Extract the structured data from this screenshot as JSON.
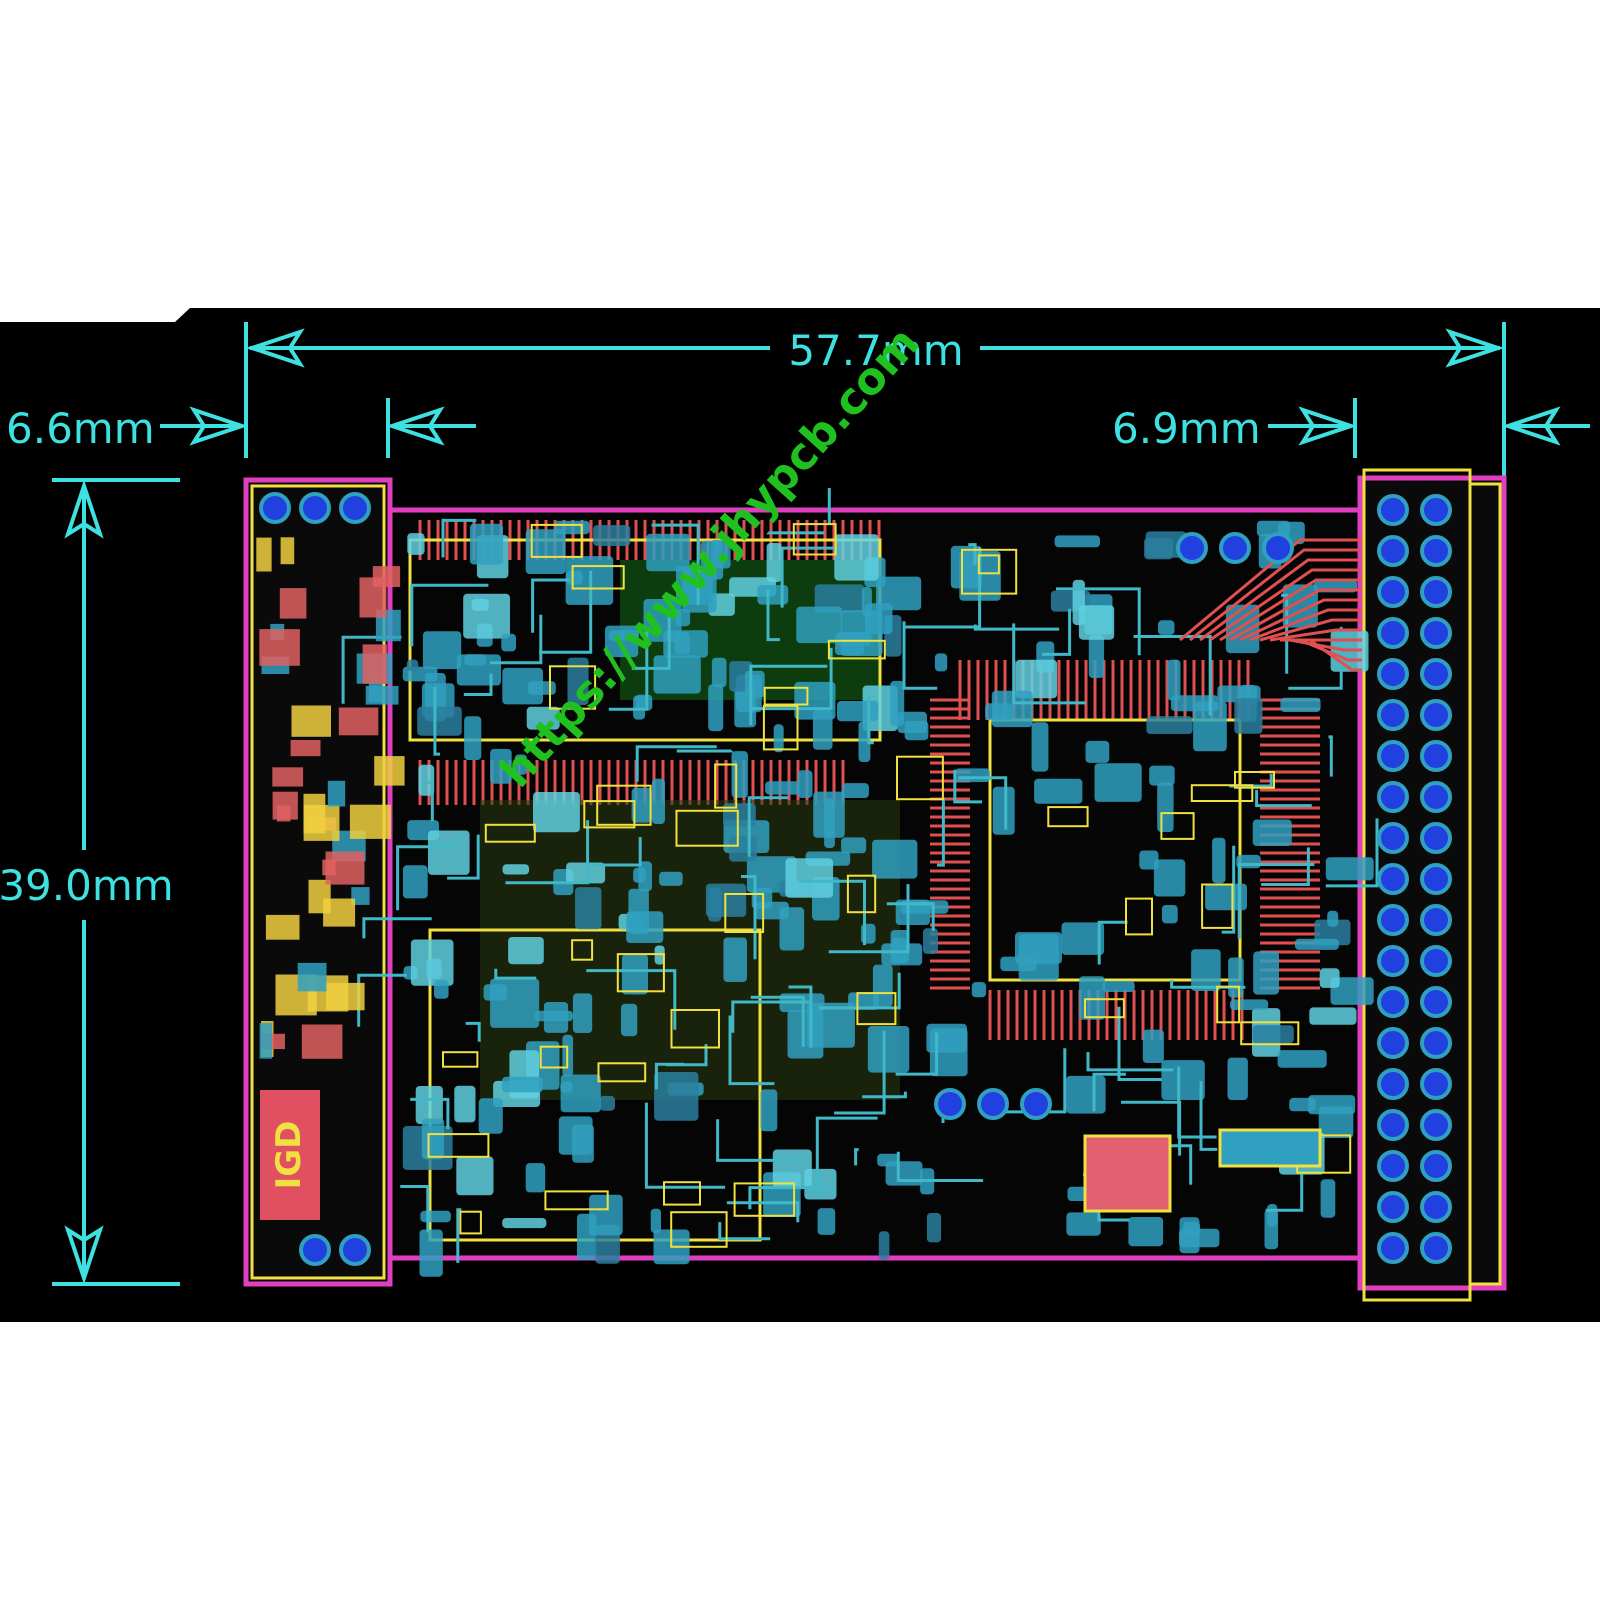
{
  "dimensions": {
    "overall_width": "57.7mm",
    "left_offset": "6.6mm",
    "right_offset": "6.9mm",
    "height": "39.0mm"
  },
  "watermark": "https://www.jhypcb.com",
  "board_labels": {
    "left_block": "IGD"
  },
  "colors": {
    "background": "#000000",
    "dimension": "#3fe0e0",
    "outline": "#e040c0",
    "silkscreen": "#f0e040",
    "pad": "#2040e0",
    "trace_red": "#e05050",
    "trace_cyan": "#30a0c0",
    "watermark": "#20c020"
  },
  "icons": [
    "pcb-board-icon",
    "pin-header-icon"
  ]
}
